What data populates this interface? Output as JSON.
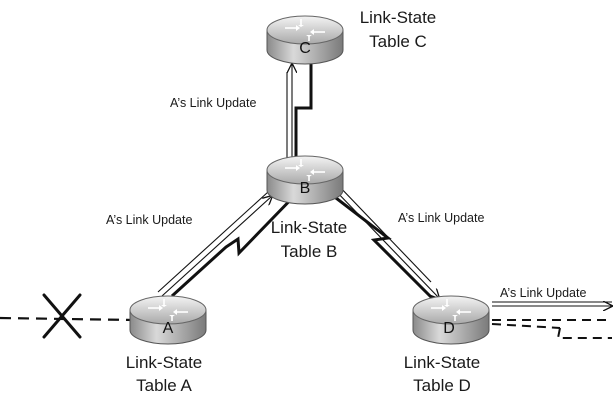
{
  "routers": {
    "A": {
      "letter": "A",
      "table_line1": "Link-State",
      "table_line2": "Table A"
    },
    "B": {
      "letter": "B",
      "table_line1": "Link-State",
      "table_line2": "Table B"
    },
    "C": {
      "letter": "C",
      "table_line1": "Link-State",
      "table_line2": "Table C"
    },
    "D": {
      "letter": "D",
      "table_line1": "Link-State",
      "table_line2": "Table D"
    }
  },
  "updates": {
    "a_to_c": "A’s Link Update",
    "a_to_b": "A’s Link Update",
    "b_to_d": "A’s Link Update",
    "d_out": "A’s Link Update"
  }
}
